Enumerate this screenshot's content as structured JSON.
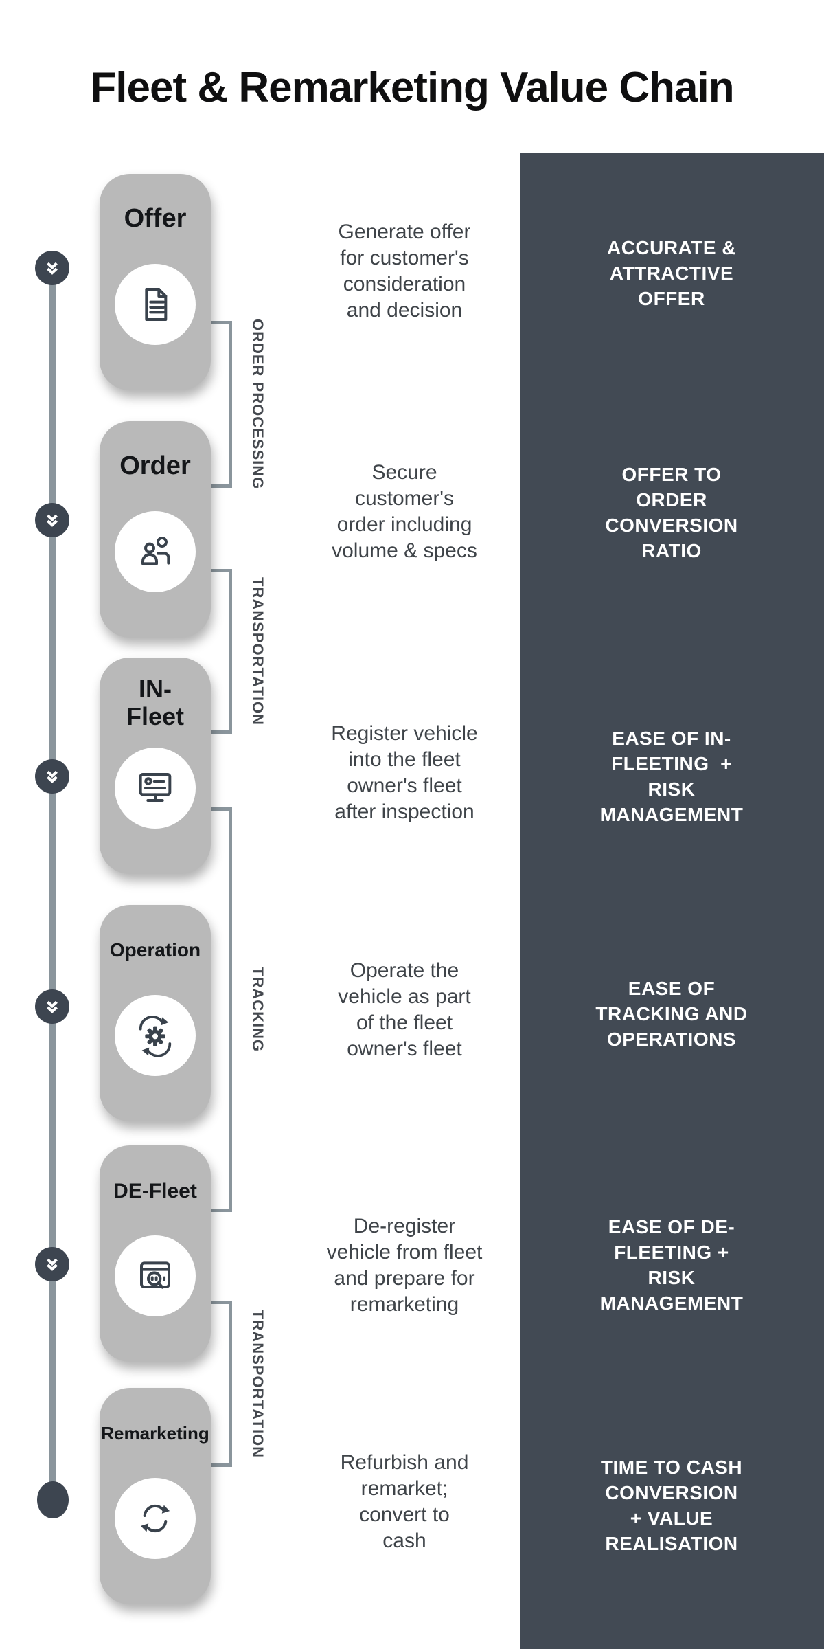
{
  "title": "Fleet & Remarketing Value Chain",
  "colors": {
    "panel_dark": "#424a54",
    "card_gray": "#b9b9b9",
    "timeline_gray": "#8a959c",
    "marker_dark": "#3d4550",
    "icon_stroke": "#39424c",
    "kpi_text": "#ffffff",
    "description_text": "#3f4449"
  },
  "stages": [
    {
      "title": "Offer",
      "icon": "document-icon",
      "description": "Generate offer\nfor customer's\nconsideration\nand decision",
      "kpi": "ACCURATE &\nATTRACTIVE\nOFFER"
    },
    {
      "title": "Order",
      "icon": "people-icon",
      "description": "Secure\ncustomer's\norder including\nvolume & specs",
      "kpi": "OFFER TO\nORDER\nCONVERSION\nRATIO"
    },
    {
      "title": "IN-\nFleet",
      "icon": "monitor-registration-icon",
      "description": "Register vehicle\ninto the fleet\nowner's fleet\nafter inspection",
      "kpi": "EASE OF IN-\nFLEETING  +\nRISK\nMANAGEMENT"
    },
    {
      "title": "Operation",
      "icon": "gear-sync-icon",
      "description": "Operate the\nvehicle as part\nof the fleet\nowner's fleet",
      "kpi": "EASE OF\nTRACKING AND\nOPERATIONS"
    },
    {
      "title": "DE-Fleet",
      "icon": "window-search-icon",
      "description": "De-register\nvehicle from fleet\nand prepare for\nremarketing",
      "kpi": "EASE OF DE-\nFLEETING +\nRISK\nMANAGEMENT"
    },
    {
      "title": "Remarketing",
      "icon": "refresh-cycle-icon",
      "description": "Refurbish and\nremarket;\nconvert to\ncash",
      "kpi": "TIME TO CASH\nCONVERSION\n+ VALUE\nREALISATION"
    }
  ],
  "connectors": [
    {
      "label": "ORDER PROCESSING"
    },
    {
      "label": "TRANSPORTATION"
    },
    {
      "label": "TRACKING"
    },
    {
      "label": "TRANSPORTATION"
    }
  ]
}
